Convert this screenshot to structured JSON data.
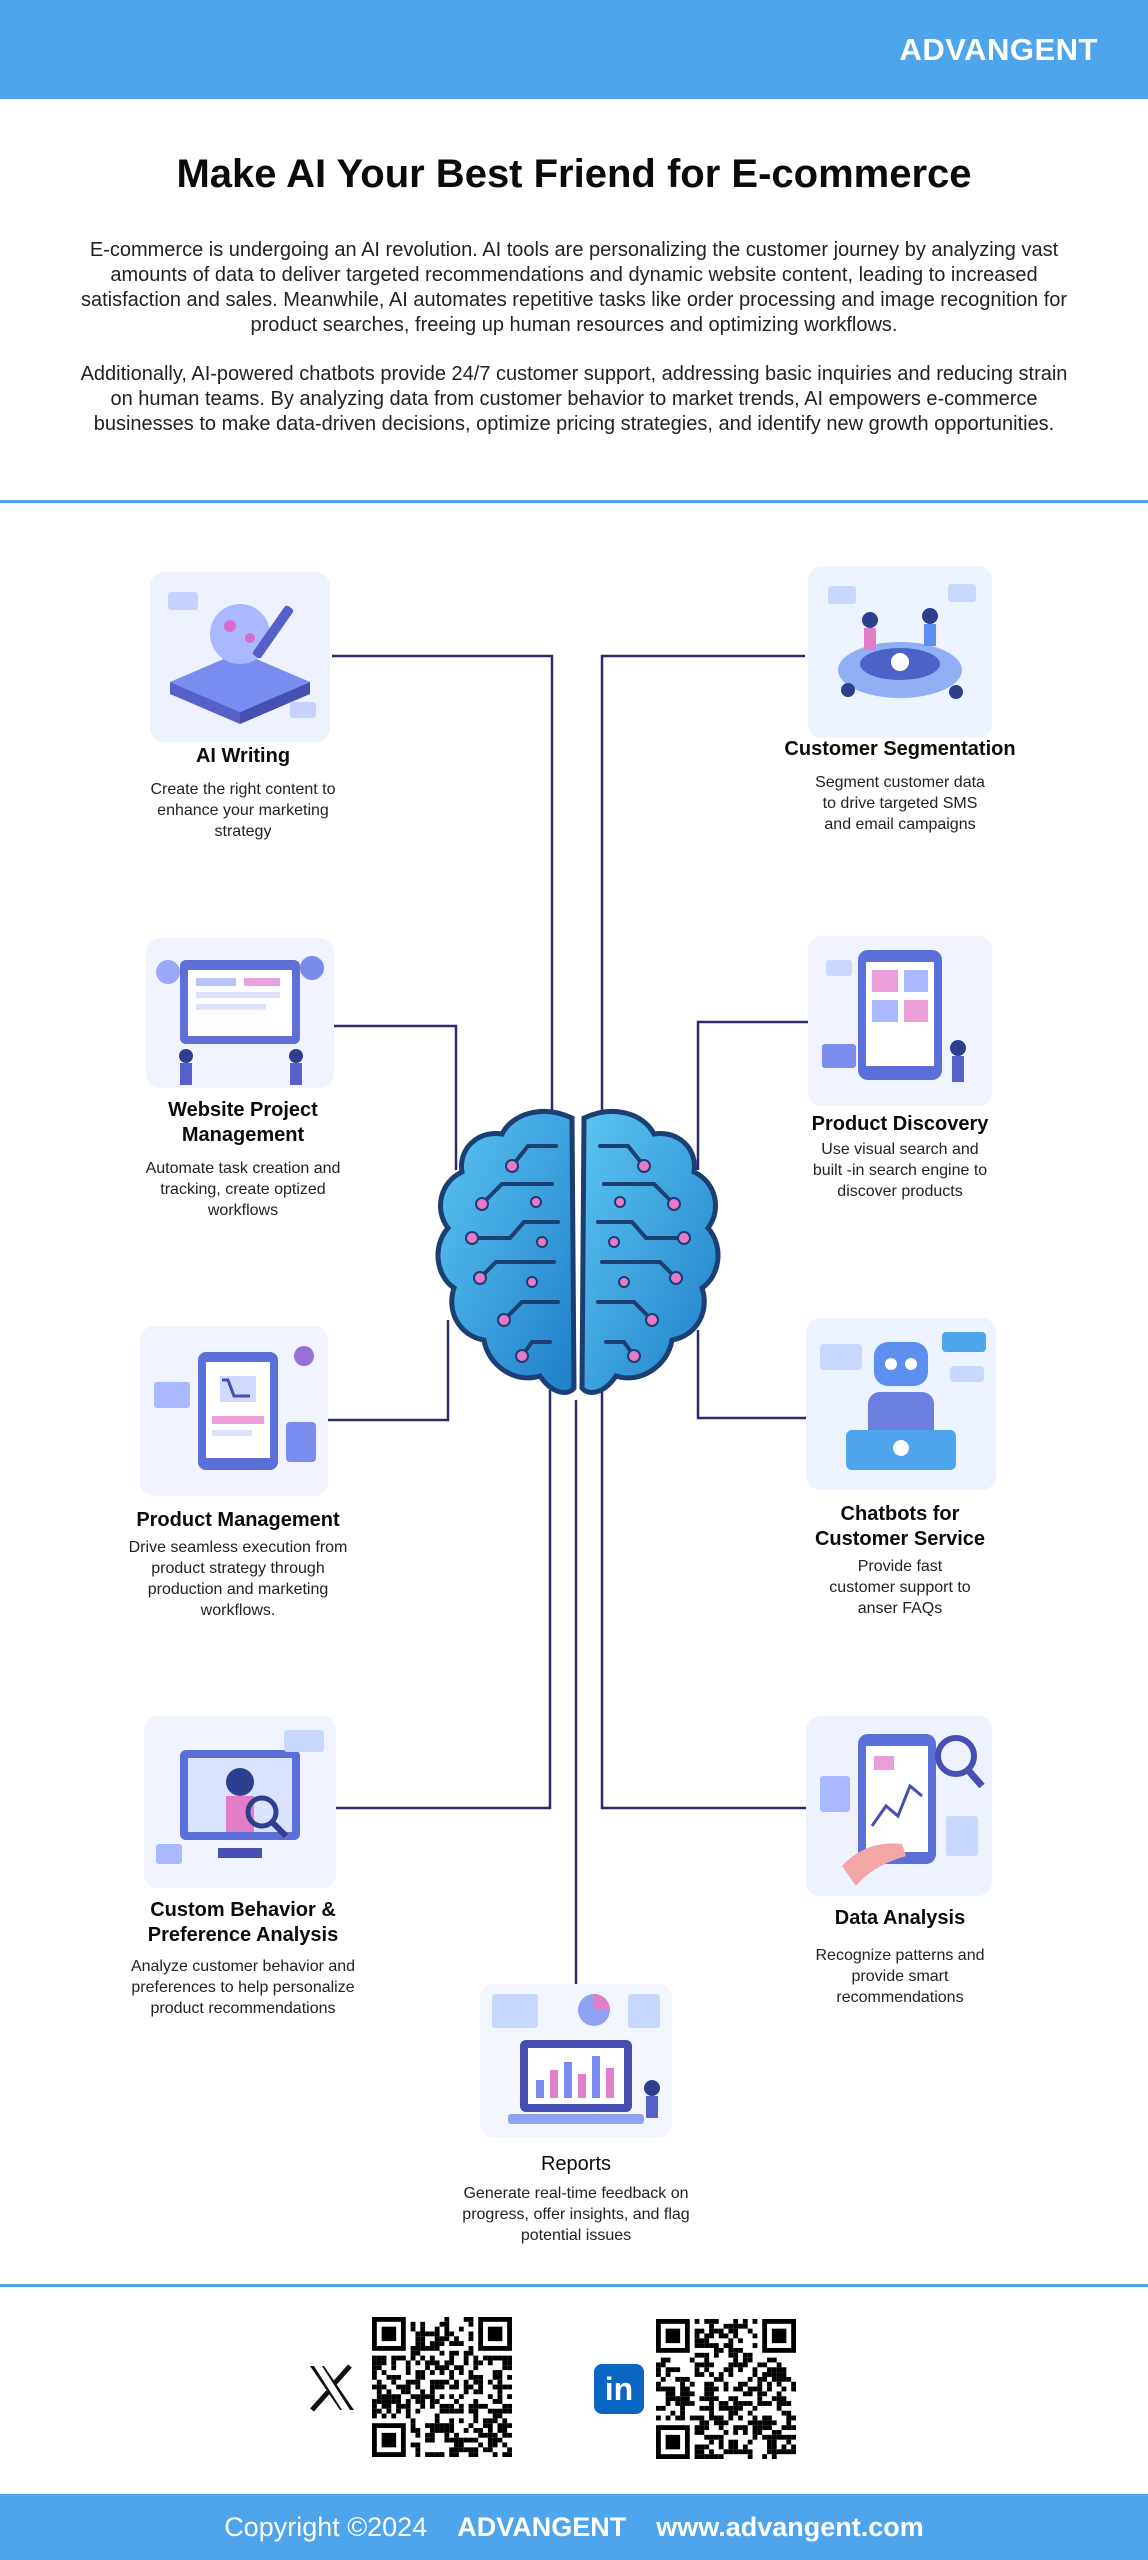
{
  "header": {
    "brand": "ADVANGENT"
  },
  "title": "Make AI Your Best Friend for E-commerce",
  "intro": {
    "p1": "E-commerce is undergoing an AI revolution. AI tools are personalizing the customer journey by analyzing vast amounts of data to deliver targeted recommendations and dynamic website content, leading to increased satisfaction and sales. Meanwhile, AI automates repetitive tasks like order processing and image recognition for product searches, freeing up human resources and optimizing workflows.",
    "p2": "Additionally, AI-powered chatbots provide 24/7 customer support, addressing basic inquiries and reducing strain on human teams. By analyzing data from customer behavior to market trends, AI empowers e-commerce businesses to make data-driven decisions, optimize pricing strategies, and identify new growth opportunities."
  },
  "features": {
    "ai_writing": {
      "title": "AI Writing",
      "desc": "Create the right content to enhance your marketing strategy"
    },
    "segmentation": {
      "title": "Customer Segmentation",
      "desc": "Segment customer data to drive targeted SMS and email campaigns"
    },
    "website_pm": {
      "title": "Website Project Management",
      "desc": "Automate task creation and tracking, create optized workflows"
    },
    "discovery": {
      "title": "Product Discovery",
      "desc": "Use visual search and built -in search engine to discover products"
    },
    "product_mgmt": {
      "title": "Product Management",
      "desc": "Drive seamless execution from product strategy through production and marketing workflows."
    },
    "chatbots": {
      "title": "Chatbots for Customer Service",
      "desc": "Provide fast customer support to anser FAQs"
    },
    "behavior": {
      "title": "Custom Behavior & Preference Analysis",
      "desc": "Analyze customer behavior and preferences to help personalize product recommendations"
    },
    "data_analysis": {
      "title": "Data Analysis",
      "desc": "Recognize patterns and provide smart recommendations"
    },
    "reports": {
      "title": "Reports",
      "desc": "Generate real-time feedback on progress, offer insights, and flag potential issues"
    }
  },
  "social": {
    "x_icon": "x-logo-icon",
    "linkedin_icon": "linkedin-logo-icon",
    "linkedin_glyph": "in"
  },
  "footer": {
    "copyright": "Copyright  ©2024",
    "brand": "ADVANGENT",
    "url": "www.advangent.com"
  },
  "colors": {
    "accent": "#4ea5ec",
    "line": "#2c2a6b",
    "brain": "#2a9ad8",
    "node": "#e879c8"
  }
}
